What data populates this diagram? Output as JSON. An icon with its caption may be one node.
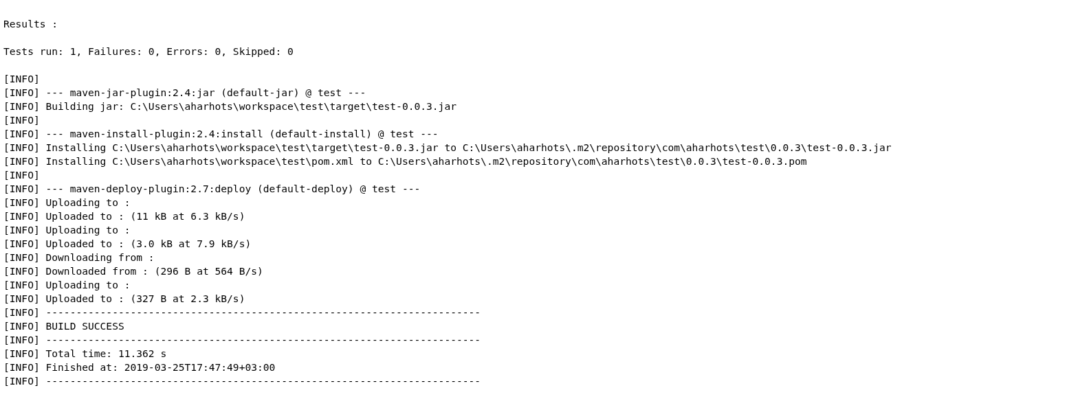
{
  "diagram": {
    "labels": [
      "Results :",
      "Tests run: 1, Failures: 0, Errors: 0, Skipped: 0",
      "[INFO]",
      "[INFO] --- maven-jar-plugin:2.4:jar (default-jar) @ test ---",
      "[INFO] Building jar: C:\\Users\\aharhots\\workspace\\test\\target\\test-0.0.3.jar",
      "[INFO]",
      "[INFO] --- maven-install-plugin:2.4:install (default-install) @ test ---",
      "[INFO] Installing C:\\Users\\aharhots\\workspace\\test\\target\\test-0.0.3.jar to C:\\Users\\aharhots\\.m2\\repository\\com\\aharhots\\test\\0.0.3\\test-0.0.3.jar",
      "[INFO] Installing C:\\Users\\aharhots\\workspace\\test\\pom.xml to C:\\Users\\aharhots\\.m2\\repository\\com\\aharhots\\test\\0.0.3\\test-0.0.3.pom",
      "[INFO]",
      "[INFO] --- maven-deploy-plugin:2.7:deploy (default-deploy) @ test ---",
      "[INFO] Uploading to :",
      "[INFO] Uploaded to : (11 kB at 6.3 kB/s)",
      "[INFO] Uploading to :",
      "[INFO] Uploaded to : (3.0 kB at 7.9 kB/s)",
      "[INFO] Downloading from :",
      "[INFO] Downloaded from : (296 B at 564 B/s)",
      "[INFO] Uploading to :",
      "[INFO] Uploaded to : (327 B at 2.3 kB/s)",
      "[INFO] ------------------------------------------------------------------------",
      "[INFO] BUILD SUCCESS",
      "[INFO] ------------------------------------------------------------------------",
      "[INFO] Total time: 11.362 s",
      "[INFO] Finished at: 2019-03-25T17:47:49+03:00",
      "[INFO] ------------------------------------------------------------------------"
    ]
  }
}
